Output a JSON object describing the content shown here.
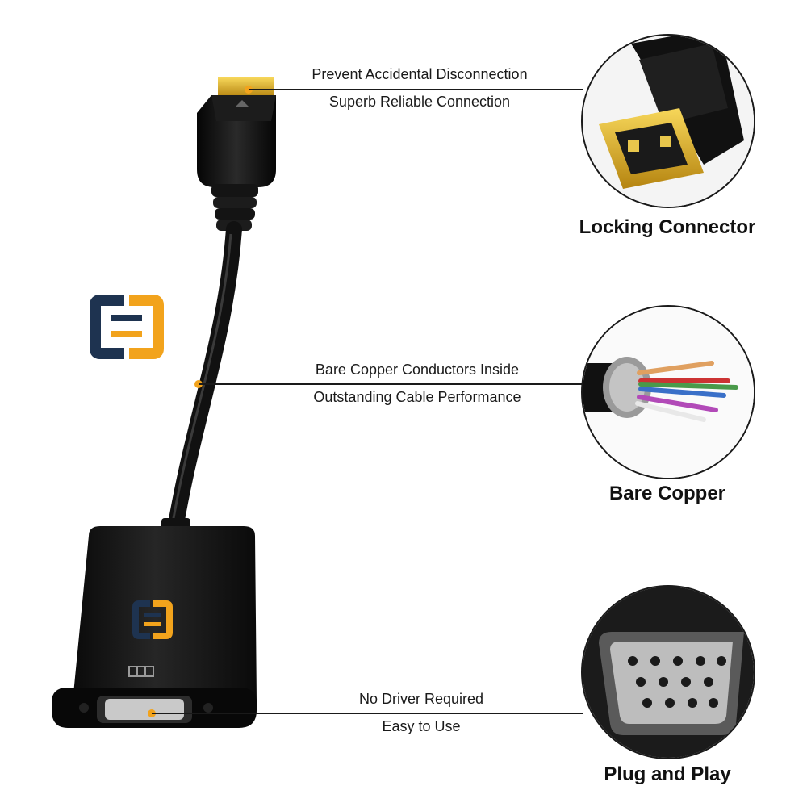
{
  "callouts": [
    {
      "line1": "Prevent Accidental Disconnection",
      "line2": "Superb Reliable Connection",
      "caption": "Locking Connector",
      "icon": "locking-connector"
    },
    {
      "line1": "Bare Copper Conductors Inside",
      "line2": "Outstanding Cable Performance",
      "caption": "Bare Copper",
      "icon": "bare-copper"
    },
    {
      "line1": "No Driver Required",
      "line2": "Easy to Use",
      "caption": "Plug and Play",
      "icon": "vga-port"
    }
  ],
  "colors": {
    "accent": "#f2a31c",
    "brand_navy": "#1e3350",
    "cable": "#111111",
    "gold": "#d9a621"
  }
}
